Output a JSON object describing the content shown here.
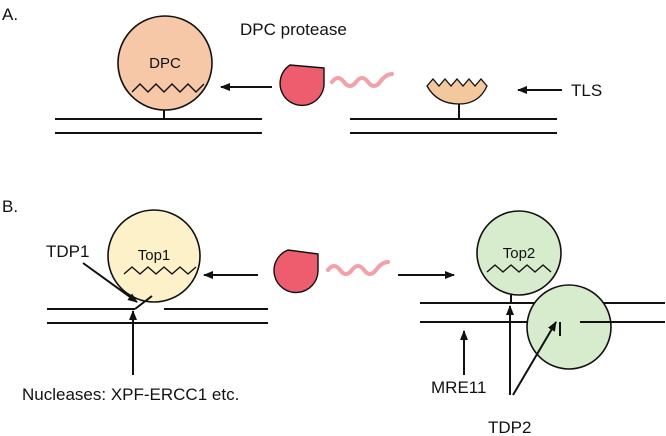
{
  "panel_a": {
    "label": "A.",
    "dpc_label": "DPC",
    "protease_label": "DPC protease",
    "tls_label": "TLS"
  },
  "panel_b": {
    "label": "B.",
    "top1_label": "Top1",
    "top2_label": "Top2",
    "tdp1_label": "TDP1",
    "tdp2_label": "TDP2",
    "mre11_label": "MRE11",
    "nucleases_label": "Nucleases: XPF-ERCC1 etc."
  },
  "colors": {
    "dpc_fill": "#f6c8a8",
    "protease_fill": "#ee5d6d",
    "peptide_stroke": "#f4a0a8",
    "remnant_fill": "#f2c89c",
    "top1_fill": "#fcf1c8",
    "top2_fill": "#d7eccd",
    "ink": "#111111"
  }
}
